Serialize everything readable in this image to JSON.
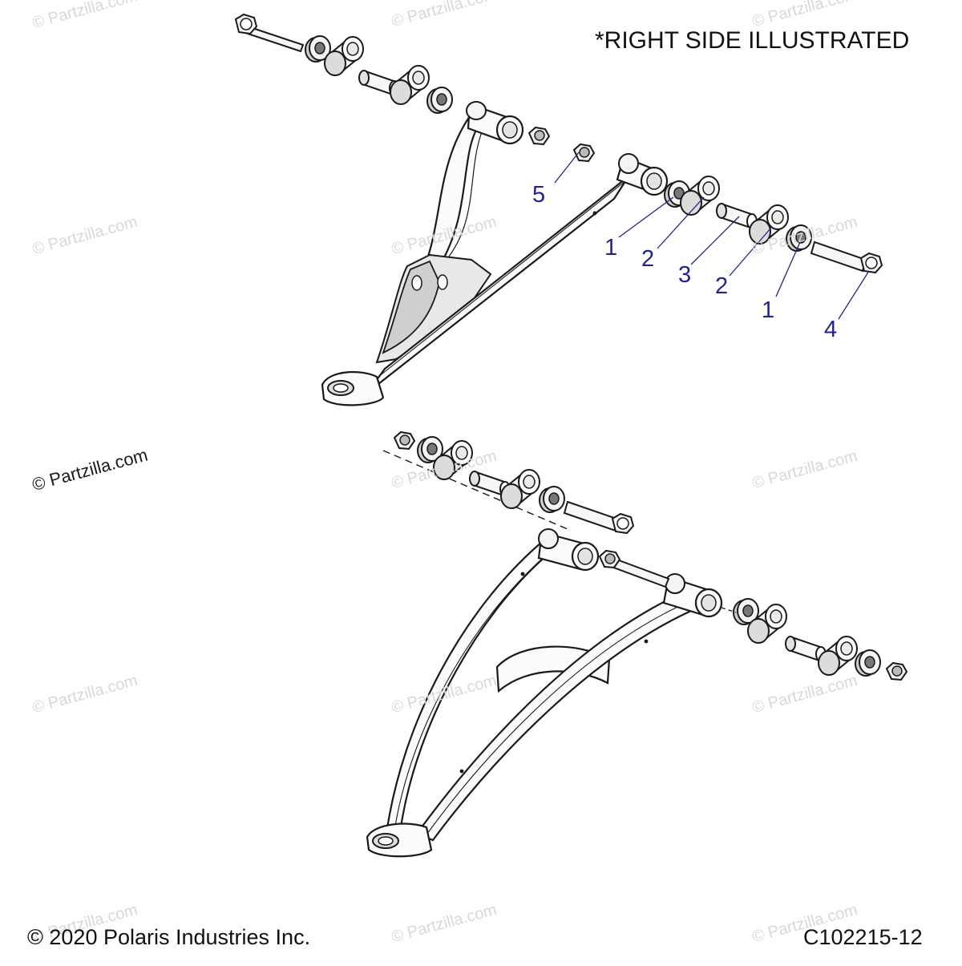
{
  "header": {
    "note": "*RIGHT SIDE ILLUSTRATED"
  },
  "footer": {
    "copyright": "© 2020 Polaris Industries Inc.",
    "diagram_code": "C102215-12"
  },
  "watermark": {
    "text": "© Partzilla.com"
  },
  "callouts": [
    {
      "id": "callout-5",
      "label": "5"
    },
    {
      "id": "callout-1a",
      "label": "1"
    },
    {
      "id": "callout-2a",
      "label": "2"
    },
    {
      "id": "callout-3",
      "label": "3"
    },
    {
      "id": "callout-2b",
      "label": "2"
    },
    {
      "id": "callout-1b",
      "label": "1"
    },
    {
      "id": "callout-4",
      "label": "4"
    }
  ],
  "colors": {
    "callout": "#23238e",
    "line": "#1a1a1a",
    "part_fill": "#fbfbfb",
    "shade": "#d4d4d4"
  }
}
